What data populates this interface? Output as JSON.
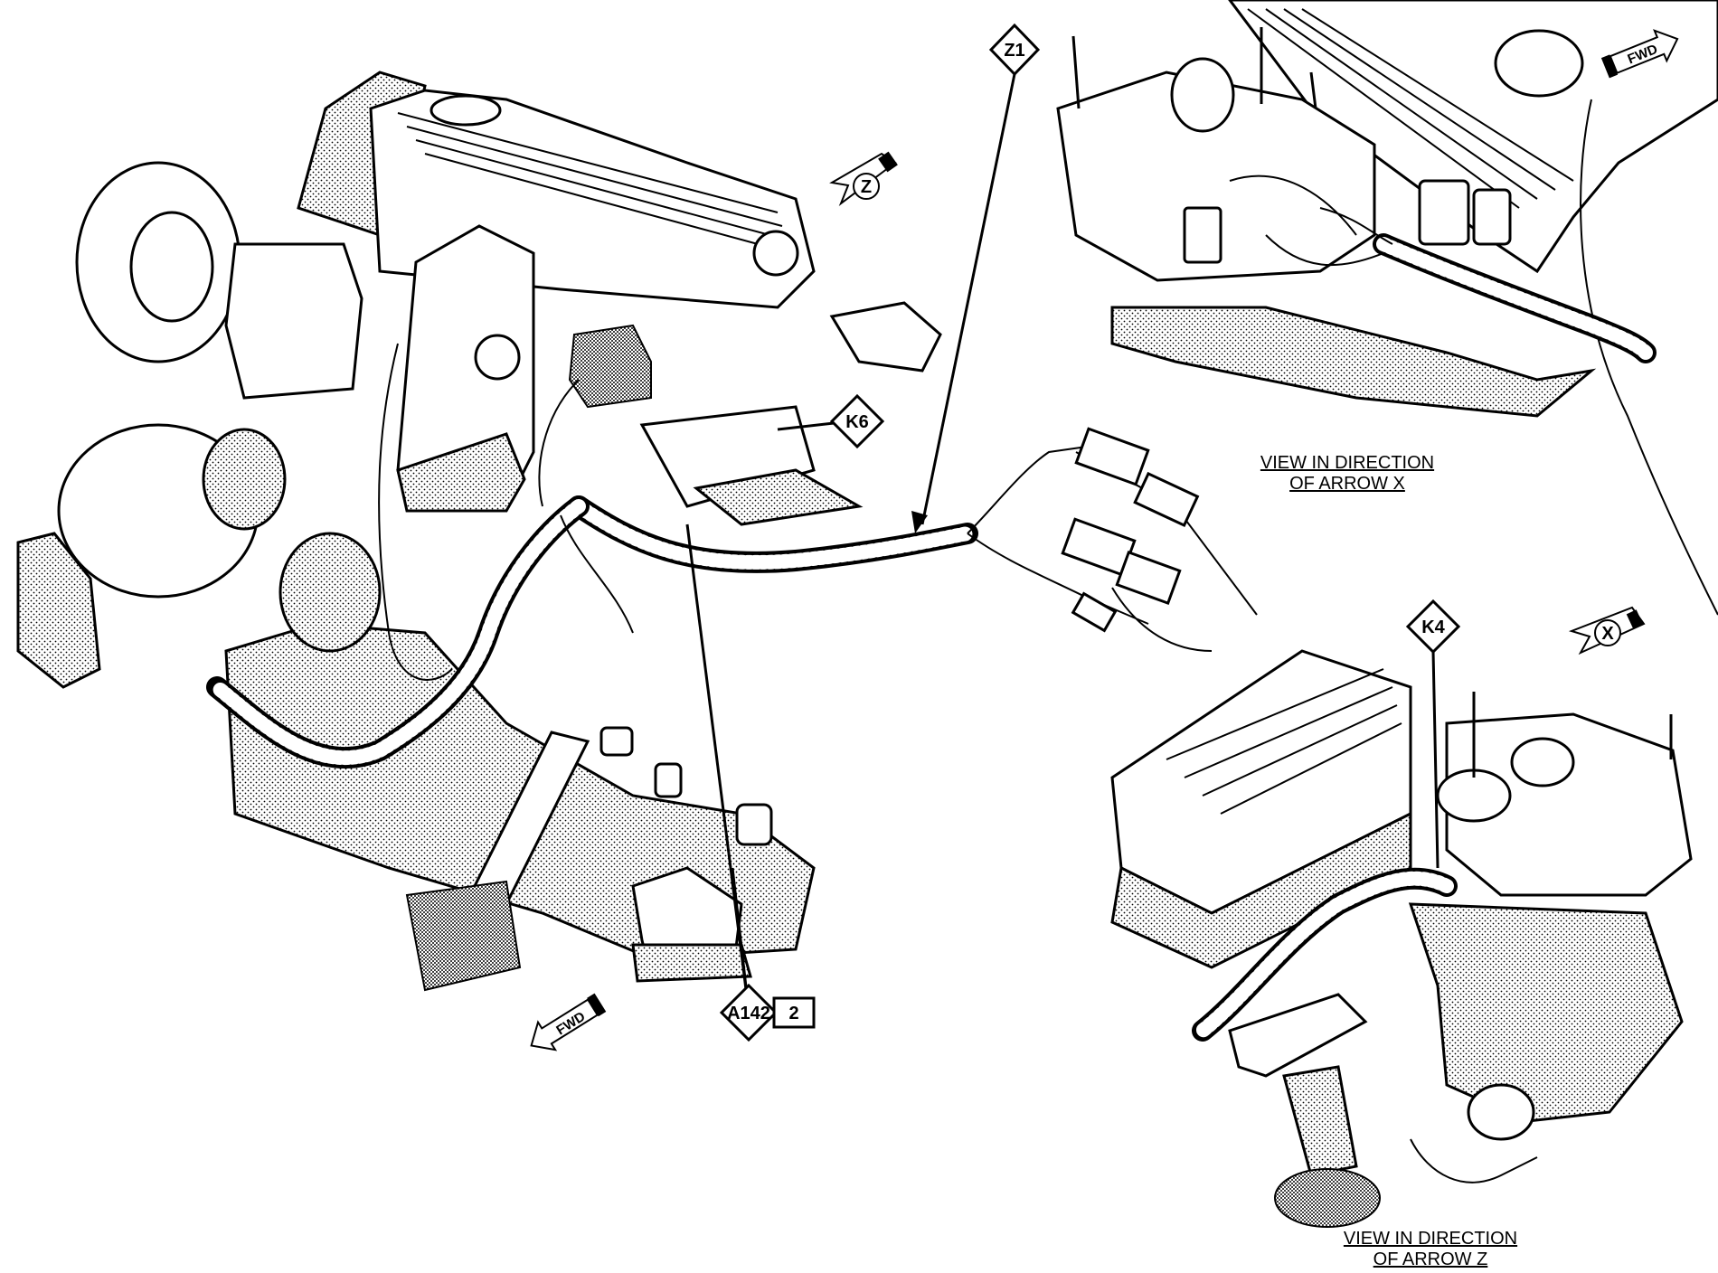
{
  "callouts": {
    "z1": "Z1",
    "k6": "K6",
    "k4": "K4",
    "a142": "A142",
    "a142_num": "2"
  },
  "arrows": {
    "z": "Z",
    "x": "X",
    "fwd_main": "FWD",
    "fwd_inset": "FWD"
  },
  "captions": {
    "view_x_line1": "VIEW IN DIRECTION",
    "view_x_line2": "OF ARROW X",
    "view_z_line1": "VIEW IN DIRECTION",
    "view_z_line2": "OF ARROW Z"
  }
}
